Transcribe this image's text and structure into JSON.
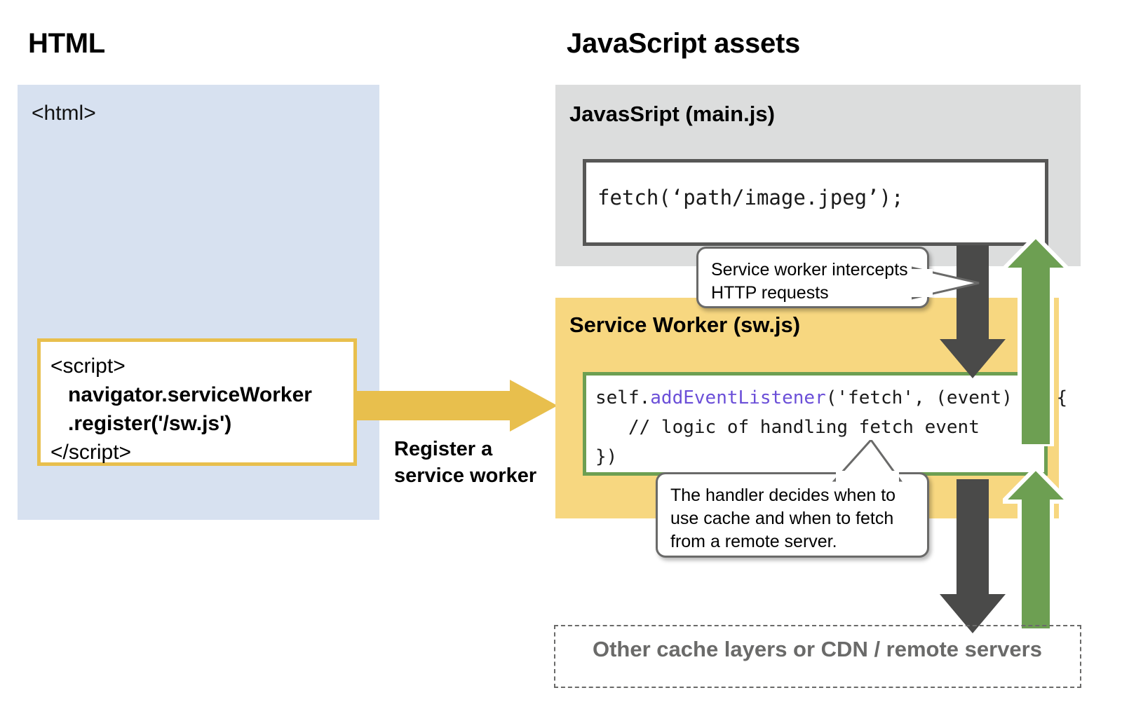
{
  "columns": {
    "html_title": "HTML",
    "js_title": "JavaScript assets"
  },
  "html_panel": {
    "tag": "<html>",
    "fill_color": "#d7e1f0",
    "script_box": {
      "border_color": "#e8bf4d",
      "lines": [
        {
          "text": "<script>",
          "bold": false
        },
        {
          "text": "   navigator.serviceWorker",
          "bold": true
        },
        {
          "text": "   .register('/sw.js')",
          "bold": true
        },
        {
          "text": "</script>",
          "bold": false
        }
      ]
    }
  },
  "register_arrow": {
    "label": "Register a\nservice worker",
    "color": "#e8bf4d",
    "direction": "right"
  },
  "mainjs_panel": {
    "label": "JavasSript (main.js)",
    "fill_color": "#dcdddd",
    "code_box": {
      "border_color": "#575756",
      "code": "fetch(‘path/image.jpeg’);"
    }
  },
  "sw_panel": {
    "label": "Service Worker (sw.js)",
    "fill_color": "#f7d780",
    "code_box": {
      "border_color": "#6d9f52",
      "lines": [
        {
          "pre": "self.",
          "kw": "addEventListener",
          "post": "('fetch', (event) => {"
        },
        {
          "pre": "   // logic of handling fetch event",
          "kw": "",
          "post": ""
        },
        {
          "pre": "})",
          "kw": "",
          "post": ""
        }
      ]
    }
  },
  "callouts": [
    {
      "name": "intercept",
      "text": "Service worker intercepts\nHTTP requests"
    },
    {
      "name": "handler",
      "text": "The handler decides when to\nuse cache and when to fetch\nfrom a remote server."
    }
  ],
  "remote_box": {
    "label": "Other cache layers or CDN / remote servers",
    "border_style": "dashed",
    "text_color": "#6a6a69"
  },
  "arrows": {
    "request_color": "#4a4a49",
    "response_color": "#6d9f52"
  }
}
